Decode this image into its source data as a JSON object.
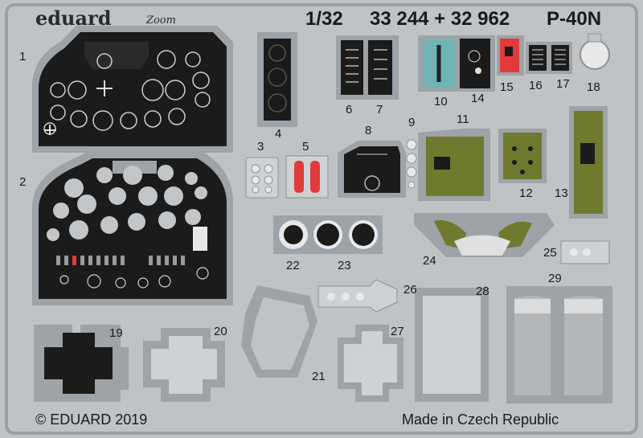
{
  "brand": {
    "name": "eduard",
    "sub": "Zoom"
  },
  "header": {
    "scale": "1/32",
    "codes": "33 244 + 32 962",
    "model": "P-40N"
  },
  "footer": {
    "copyright": "© EDUARD 2019",
    "origin": "Made in Czech Republic"
  },
  "part_numbers": [
    "1",
    "2",
    "3",
    "4",
    "5",
    "6",
    "7",
    "8",
    "9",
    "10",
    "11",
    "12",
    "13",
    "14",
    "15",
    "16",
    "17",
    "18",
    "19",
    "20",
    "21",
    "22",
    "23",
    "24",
    "25",
    "26",
    "27",
    "28",
    "29"
  ],
  "colors": {
    "fret": "#bfc3c6",
    "fret_shadow": "#8d9296",
    "panel_black": "#1b1b1b",
    "instrument_grey": "#b8bcbf",
    "olive": "#6f7a2e",
    "red": "#e03a3a",
    "teal": "#6fb3b5",
    "frame_grey": "#9ea3a7"
  }
}
